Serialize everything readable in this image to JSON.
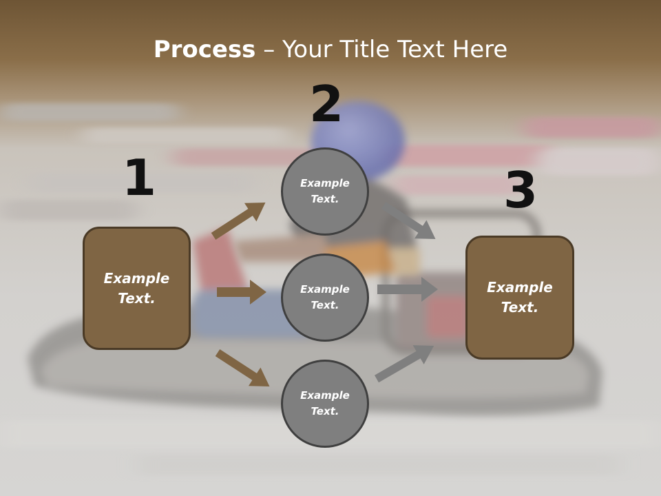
{
  "title": {
    "bold": "Process",
    "rest": " – Your Title Text Here"
  },
  "steps": [
    {
      "number": "1",
      "label": "Example\nText."
    },
    {
      "number": "2"
    },
    {
      "number": "3",
      "label": "Example\nText."
    }
  ],
  "circles": [
    {
      "label": "Example\nText."
    },
    {
      "label": "Example\nText."
    },
    {
      "label": "Example\nText."
    }
  ],
  "colors": {
    "box_fill": "#7f6544",
    "circle_fill": "#7f7f7f",
    "arrow_brown": "#7f6544",
    "arrow_gray": "#7f7f7f",
    "header_band": "#7a6243"
  },
  "background": "go-kart-racer-photo"
}
